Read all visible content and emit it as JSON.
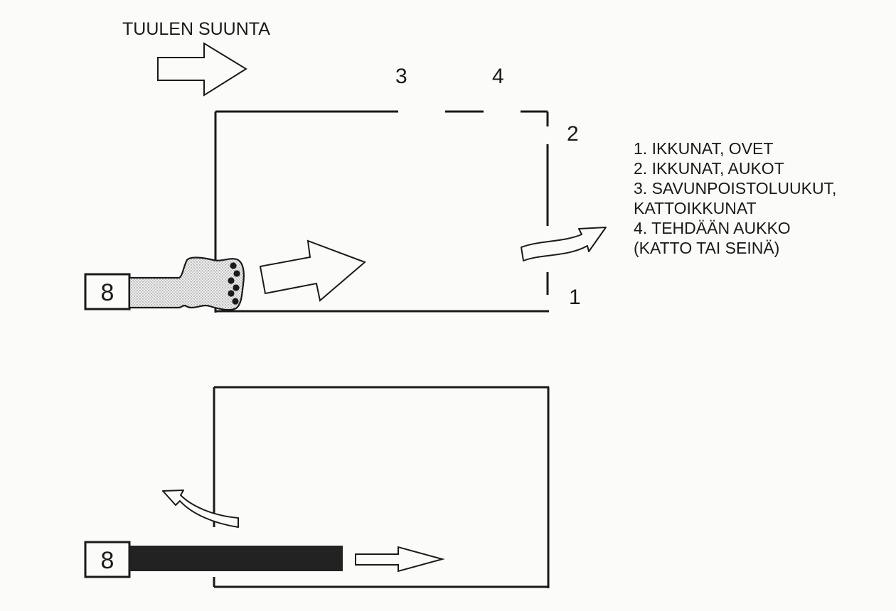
{
  "wind_label": "TUULEN SUUNTA",
  "opening_numbers": {
    "n1": "1",
    "n2": "2",
    "n3": "3",
    "n4": "4"
  },
  "legend": [
    "1. IKKUNAT, OVET",
    "2. IKKUNAT, AUKOT",
    "3. SAVUNPOISTOLUUKUT,",
    "KATTOIKKUNAT",
    "4. TEHDÄÄN AUKKO",
    "(KATTO TAI SEINÄ)"
  ],
  "source_top": "8",
  "source_bottom": "8",
  "colors": {
    "ink": "#1a1a1a",
    "paper": "#fbfbf9",
    "foam_fill": "#d9d9d9",
    "jet_fill": "#222222"
  }
}
